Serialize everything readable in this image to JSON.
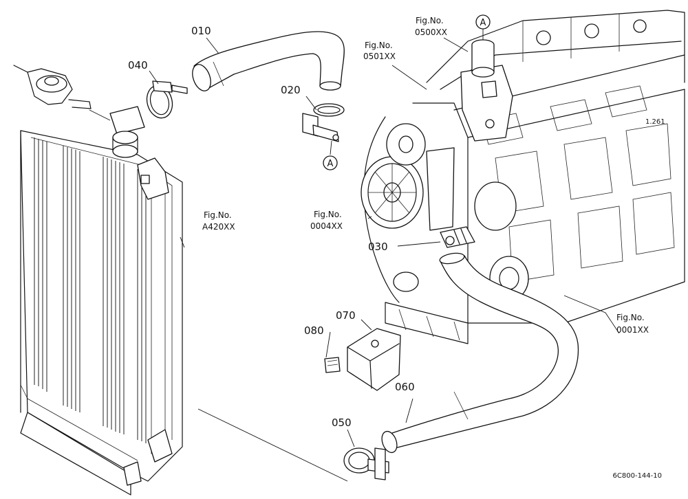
{
  "parts": {
    "p010": "010",
    "p020": "020",
    "p030": "030",
    "p040": "040",
    "p050": "050",
    "p060": "060",
    "p070": "070",
    "p080": "080"
  },
  "fig_refs": {
    "water_pump": {
      "line1": "Fig.No.",
      "line2": "0501XX"
    },
    "thermostat": {
      "line1": "Fig.No.",
      "line2": "0500XX"
    },
    "fan": {
      "line1": "Fig.No.",
      "line2": "0004XX"
    },
    "radiator": {
      "line1": "Fig.No.",
      "line2": "A420XX"
    },
    "engine_block": {
      "line1": "Fig.No.",
      "line2": "0001XX"
    }
  },
  "connector_marks": {
    "top": "A",
    "bottom": "A"
  },
  "drawing_code": "6C800-144-10"
}
